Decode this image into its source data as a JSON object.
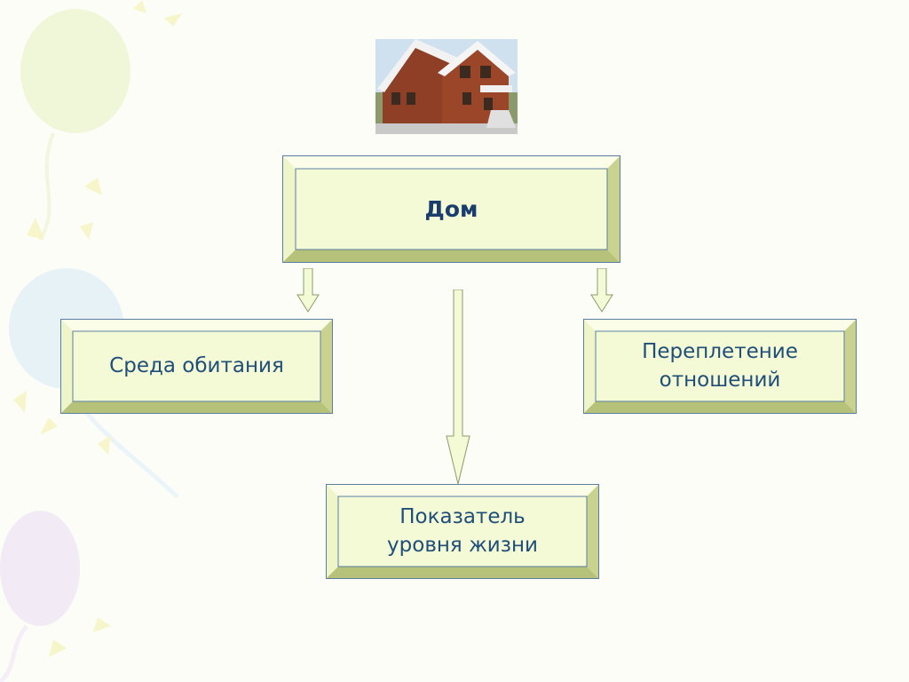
{
  "diagram": {
    "root": {
      "label": "Дом"
    },
    "branches": [
      {
        "label": "Среда обитания"
      },
      {
        "label": "Переплетение\nотношений"
      },
      {
        "label": "Показатель\nуровня жизни"
      }
    ]
  },
  "colors": {
    "box_face": "#f4fad6",
    "box_bevel_light": "#fbfde9",
    "box_bevel_dark": "#c9d38f",
    "box_border": "#5c7ea3",
    "text": "#1f4e79"
  }
}
